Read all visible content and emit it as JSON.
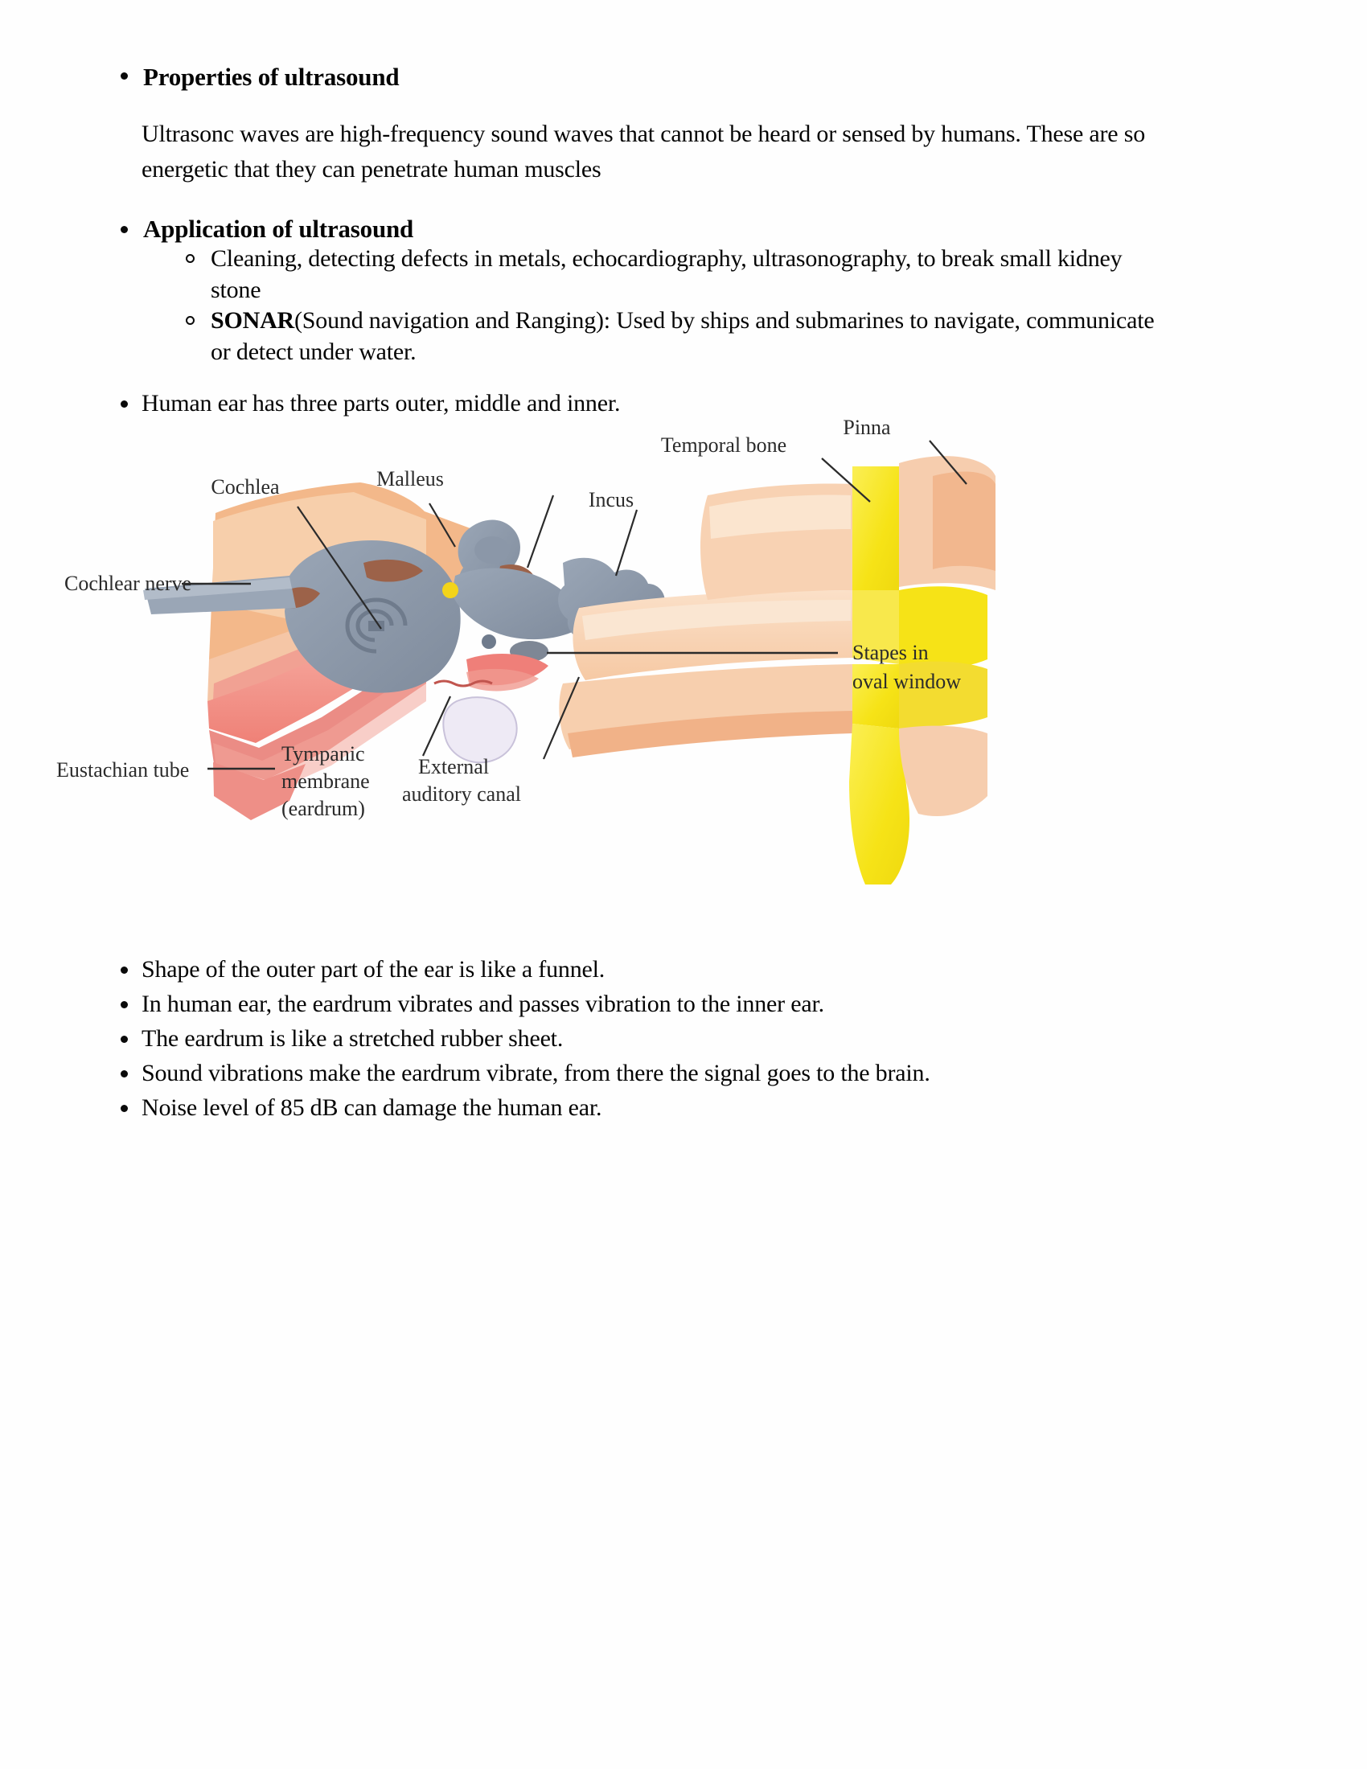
{
  "document": {
    "title": "Sound - properties of ultrasound and the human ear"
  },
  "sections": [
    {
      "heading": "Properties of ultrasound",
      "body": "Ultrasonc waves are high-frequency sound waves that cannot be heard or sensed by humans. These are so energetic that they can penetrate human muscles"
    },
    {
      "heading": "Application of ultrasound",
      "sub_items": [
        "Cleaning, detecting defects in metals, echocardiography, ultrasonography, to break small kidney stone",
        "SONAR(Sound navigation and Ranging): Used by ships and submarines to navigate, communicate or detect under water."
      ]
    }
  ],
  "body_text": {
    "para1_line1": "Ultrasonc waves are high-frequency sound waves that cannot be heard or sensed by humans. These are so",
    "para1_line2": "energetic that they can penetrate human muscles",
    "sub1_line1": "Cleaning, detecting defects in metals, echocardiography, ultrasonography, to break small kidney",
    "sub1_line2": "stone",
    "sub2_bold": "SONAR",
    "sub2_rest": "(Sound navigation and Ranging): Used by ships and submarines to navigate, communicate",
    "sub2_line2": "or detect under water.",
    "ear_intro": "Human ear has three parts outer, middle and inner."
  },
  "headings": {
    "properties": "Properties of ultrasound",
    "application": "Application of ultrasound"
  },
  "closing_bullets": [
    "Shape of the outer part of the ear is like a funnel.",
    "In human ear, the eardrum vibrates and passes vibration to the inner ear.",
    "The eardrum is like a stretched rubber sheet.",
    "Sound vibrations make the eardrum vibrate, from there the signal goes to the brain.",
    "Noise level of 85 dB can damage the human ear."
  ],
  "diagram": {
    "name": "human-ear-anatomy",
    "labels": {
      "pinna": "Pinna",
      "temporal_bone": "Temporal bone",
      "malleus": "Malleus",
      "incus": "Incus",
      "cochlea": "Cochlea",
      "cochlear_nerve": "Cochlear nerve",
      "stapes_line1": "Stapes in",
      "stapes_line2": "oval window",
      "eustachian_tube": "Eustachian tube",
      "tympanic_line1": "Tympanic",
      "tympanic_line2": "membrane",
      "tympanic_line3": "(eardrum)",
      "external_line1": "External",
      "external_line2": "auditory canal"
    },
    "colors": {
      "skin_light": "#f6d3b8",
      "skin_mid": "#f0b183",
      "skin_peach": "#f8cdae",
      "bone_yellow": "#f7e318",
      "bone_yellow_soft": "#f4dc58",
      "pink": "#f39090",
      "red_pink": "#ef8585",
      "ossicle_gray": "#8e9aab",
      "ossicle_dark": "#7e8795",
      "brown": "#9c6249",
      "pale_lilac": "#e9e6f2",
      "orange": "#f2a35a",
      "label_ink": "#2b2b2b"
    }
  }
}
